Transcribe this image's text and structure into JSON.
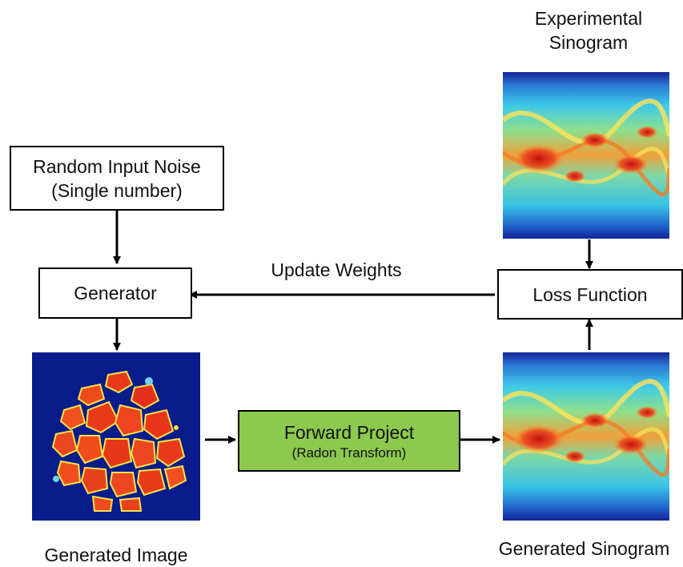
{
  "nodes": {
    "noise": {
      "line1": "Random Input Noise",
      "line2": "(Single number)"
    },
    "generator": {
      "label": "Generator"
    },
    "loss": {
      "label": "Loss Function"
    },
    "forward": {
      "line1": "Forward Project",
      "line2": "(Radon Transform)"
    }
  },
  "labels": {
    "update_weights": "Update Weights",
    "experimental": {
      "line1": "Experimental",
      "line2": "Sinogram"
    },
    "generated_image": "Generated Image",
    "generated_sinogram": "Generated Sinogram"
  },
  "colors": {
    "forward_fill": "#8cc94e",
    "image_bg": "#0a1c8c",
    "sino_bg": "#14239a"
  }
}
